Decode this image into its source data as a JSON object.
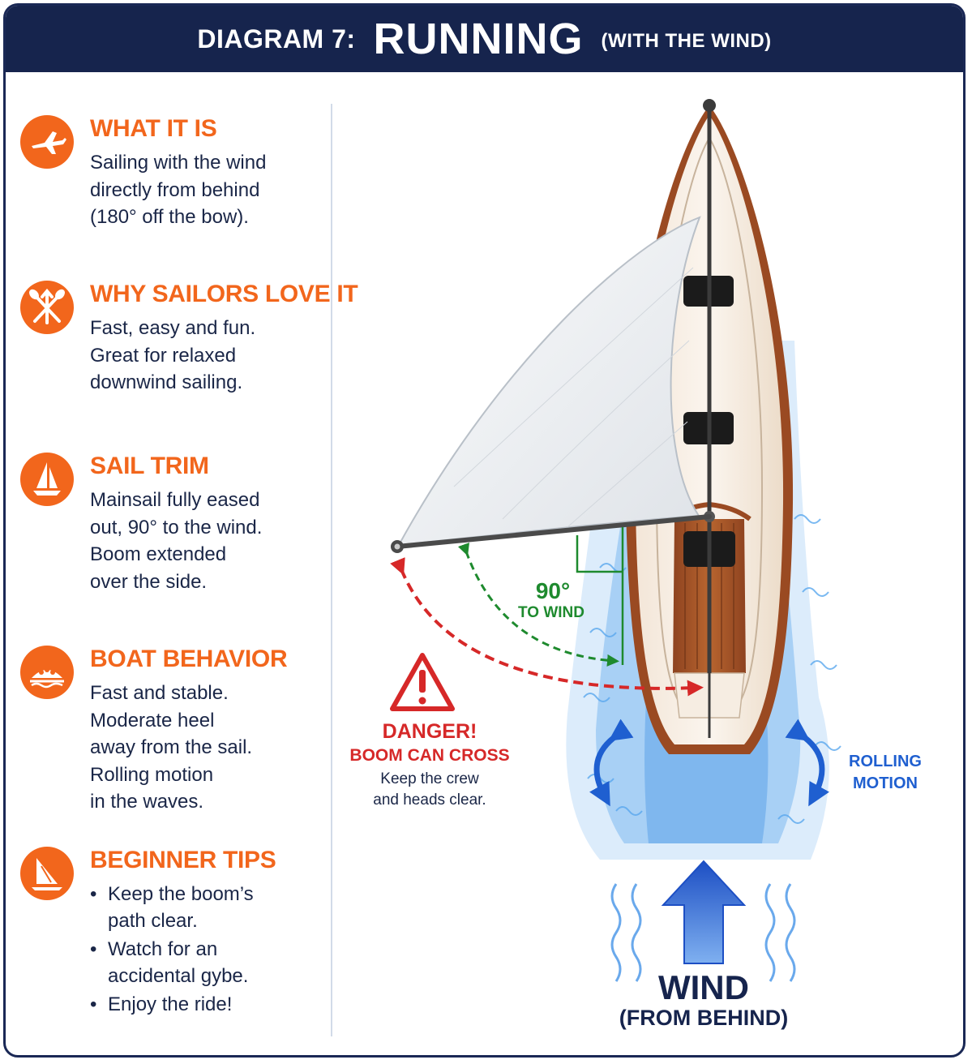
{
  "header": {
    "prefix": "DIAGRAM 7:",
    "title": "RUNNING",
    "suffix": "(WITH THE WIND)"
  },
  "sections": [
    {
      "title": "WHAT IT IS",
      "icon": "airplane-icon",
      "lines": [
        "Sailing with the wind",
        "directly from behind",
        "(180° off the bow)."
      ]
    },
    {
      "title": "WHY SAILORS LOVE IT",
      "icon": "crossed-oars-icon",
      "lines": [
        "Fast, easy and fun.",
        "Great for relaxed",
        "downwind sailing."
      ]
    },
    {
      "title": "SAIL TRIM",
      "icon": "sailboat-icon",
      "lines": [
        "Mainsail fully eased",
        "out, 90° to the wind.",
        "Boom extended",
        "over the side."
      ]
    },
    {
      "title": "BOAT BEHAVIOR",
      "icon": "boat-crew-icon",
      "lines": [
        "Fast and stable.",
        "Moderate heel",
        "away from the sail.",
        "Rolling motion",
        "in the waves."
      ]
    },
    {
      "title": "BEGINNER TIPS",
      "icon": "heeling-sail-icon",
      "tips": [
        [
          "Keep the boom’s",
          "path clear."
        ],
        [
          "Watch for an",
          "accidental gybe."
        ],
        [
          "Enjoy the ride!"
        ]
      ]
    }
  ],
  "diagram": {
    "angle": {
      "value": "90°",
      "caption": "TO WIND"
    },
    "danger": {
      "title": "DANGER!",
      "subtitle": "BOOM CAN CROSS",
      "note_lines": [
        "Keep the crew",
        "and heads clear."
      ]
    },
    "rolling": [
      "ROLLING",
      "MOTION"
    ],
    "wind": {
      "label": "WIND",
      "sub": "(FROM BEHIND)"
    },
    "colors": {
      "navy": "#16244d",
      "orange": "#f2661c",
      "danger_red": "#d62828",
      "angle_green": "#1e8a2e",
      "wind_blue": "#1f5fd0",
      "water_blue": "#5aa8ee",
      "deck_wood": "#a9552a"
    }
  }
}
